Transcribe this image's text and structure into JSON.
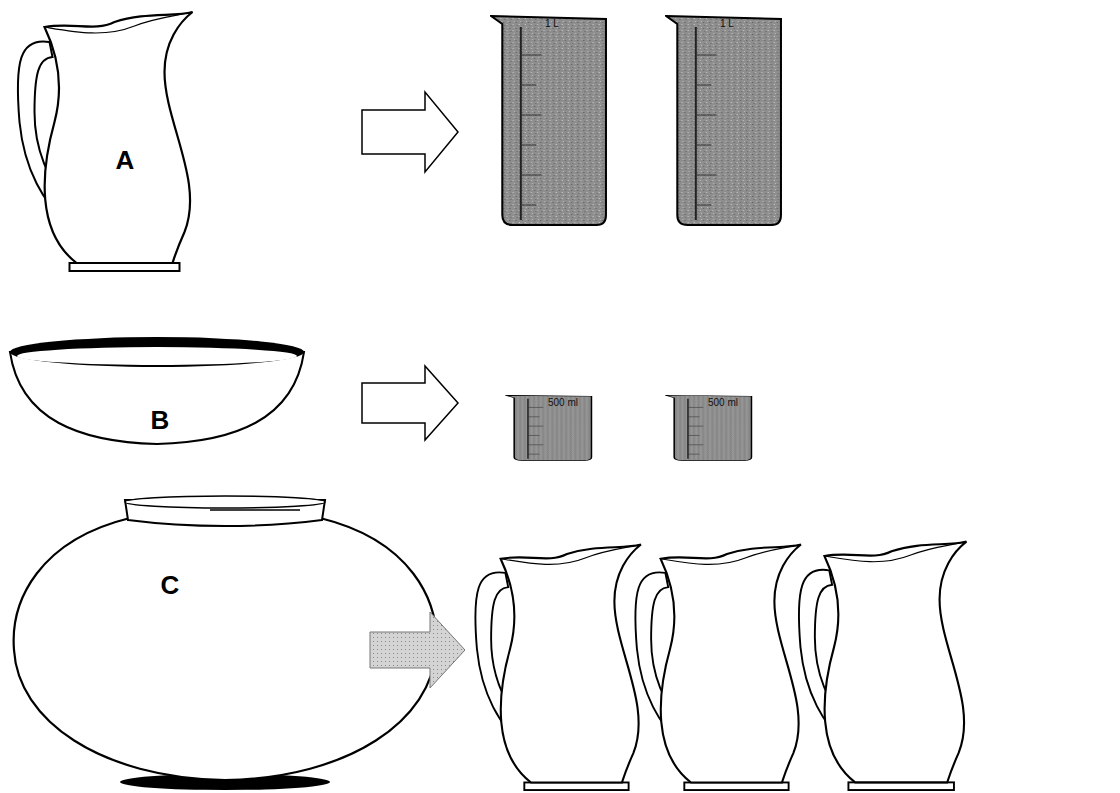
{
  "diagram": {
    "nodes": [
      {
        "text": [
          "A"
        ]
      },
      {
        "text": [
          "B"
        ]
      },
      {
        "text": [
          "C"
        ]
      }
    ],
    "labels": [
      "1 L",
      "1 L",
      "500 ml",
      "500 ml"
    ]
  }
}
